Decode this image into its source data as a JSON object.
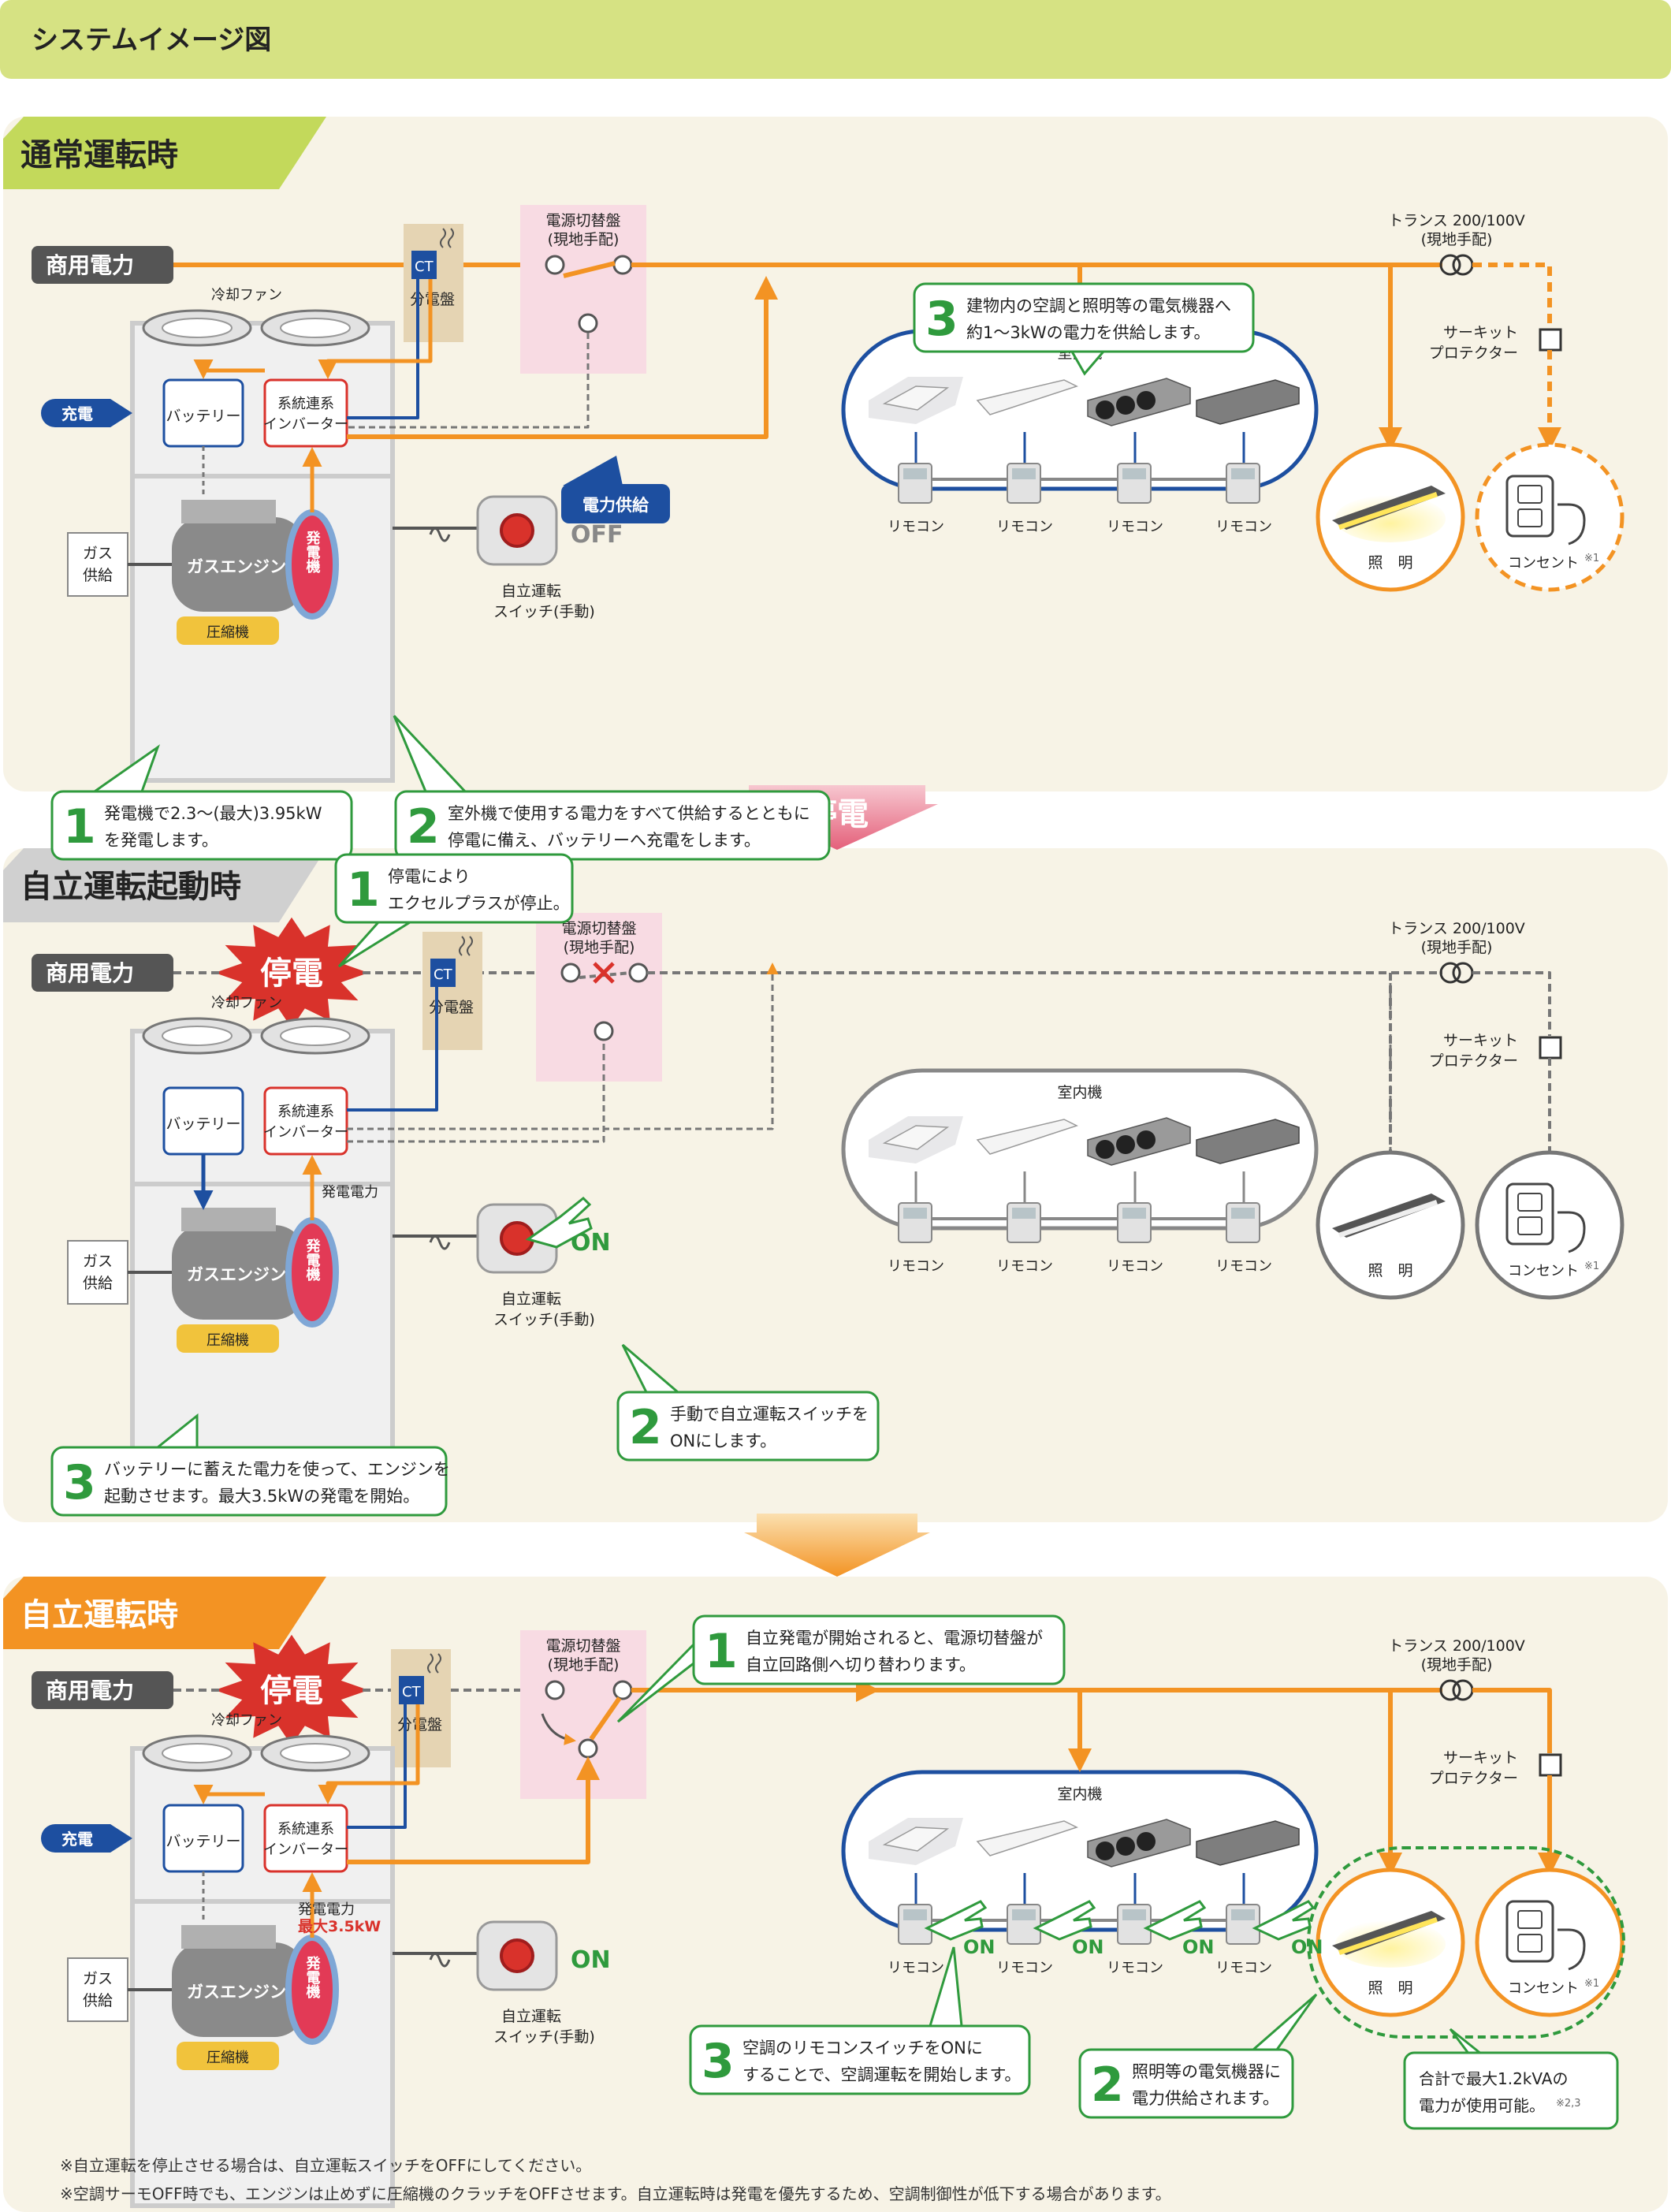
{
  "header": {
    "title": "システムイメージ図"
  },
  "common": {
    "commercial_power": "商用電力",
    "ct": "CT",
    "bunden": "分電盤",
    "switch_panel": "電源切替盤",
    "switch_panel_sub": "(現地手配)",
    "transformer": "トランス 200/100V",
    "transformer_sub": "(現地手配)",
    "indoor_unit": "室内機",
    "remote": "リモコン",
    "circuit_protector_1": "サーキット",
    "circuit_protector_2": "プロテクター",
    "lighting": "照　明",
    "outlet": "コンセント",
    "outlet_note": "※1",
    "cooling_fan": "冷却ファン",
    "battery": "バッテリー",
    "inverter_1": "系統連系",
    "inverter_2": "インバーター",
    "gas_1": "ガス",
    "gas_2": "供給",
    "gas_engine": "ガスエンジン",
    "generator": "発電機",
    "compressor": "圧縮機",
    "switch_label_1": "自立運転",
    "switch_label_2": "スイッチ(手動)",
    "blackout": "停電",
    "gen_power": "発電電力"
  },
  "sections": [
    {
      "title": "通常運転時",
      "charge": "充電",
      "power_supply": "電力供給",
      "switch_state": "OFF",
      "callouts": [
        {
          "num": "1",
          "lines": [
            "発電機で2.3～(最大)3.95kW",
            "を発電します。"
          ]
        },
        {
          "num": "2",
          "lines": [
            "室外機で使用する電力をすべて供給するとともに",
            "停電に備え、バッテリーへ充電をします。"
          ]
        },
        {
          "num": "3",
          "lines": [
            "建物内の空調と照明等の電気機器へ",
            "約1～3kWの電力を供給します。"
          ]
        }
      ]
    },
    {
      "title": "自立運転起動時",
      "switch_state": "ON",
      "callouts": [
        {
          "num": "1",
          "lines": [
            "停電により",
            "エクセルプラスが停止。"
          ]
        },
        {
          "num": "2",
          "lines": [
            "手動で自立運転スイッチを",
            "ONにします。"
          ]
        },
        {
          "num": "3",
          "lines": [
            "バッテリーに蓄えた電力を使って、エンジンを",
            "起動させます。最大3.5kWの発電を開始。"
          ]
        }
      ]
    },
    {
      "title": "自立運転時",
      "charge": "充電",
      "switch_state": "ON",
      "max_power": "最大3.5kW",
      "remote_on": "ON",
      "callouts": [
        {
          "num": "1",
          "lines": [
            "自立発電が開始されると、電源切替盤が",
            "自立回路側へ切り替わります。"
          ]
        },
        {
          "num": "2",
          "lines": [
            "照明等の電気機器に",
            "電力供給されます。"
          ]
        },
        {
          "num": "3",
          "lines": [
            "空調のリモコンスイッチをONに",
            "することで、空調運転を開始します。"
          ]
        }
      ],
      "total_note": [
        "合計で最大1.2kVAの",
        "電力が使用可能。"
      ],
      "total_note_ref": "※2,3"
    }
  ],
  "arrows": {
    "blackout_arrow": "停電"
  },
  "footnotes": [
    "※自立運転を停止させる場合は、自立運転スイッチをOFFにしてください。",
    "※空調サーモOFF時でも、エンジンは止めずに圧縮機のクラッチをOFFさせます。自立運転時は発電を優先するため、空調制御性が低下する場合があります。"
  ],
  "colors": {
    "header_bg": "#d6e283",
    "panel_bg": "#f7f3e6",
    "orange": "#f39323",
    "green": "#2f9a3d",
    "blue": "#1d4fa0",
    "red": "#d9322b",
    "pink": "#f8dbe3",
    "tan": "#e5d4b3"
  }
}
